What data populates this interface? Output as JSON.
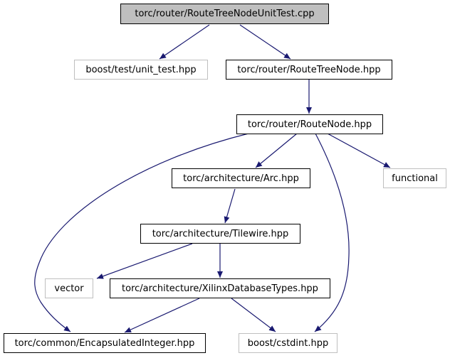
{
  "graph": {
    "nodes": {
      "root": "torc/router/RouteTreeNodeUnitTest.cpp",
      "unit_test": "boost/test/unit_test.hpp",
      "route_tree_node": "torc/router/RouteTreeNode.hpp",
      "route_node": "torc/router/RouteNode.hpp",
      "arc": "torc/architecture/Arc.hpp",
      "functional": "functional",
      "tilewire": "torc/architecture/Tilewire.hpp",
      "vector": "vector",
      "xilinx_types": "torc/architecture/XilinxDatabaseTypes.hpp",
      "encapsulated_integer": "torc/common/EncapsulatedInteger.hpp",
      "cstdint": "boost/cstdint.hpp"
    },
    "edges": [
      [
        "root",
        "unit_test"
      ],
      [
        "root",
        "route_tree_node"
      ],
      [
        "route_tree_node",
        "route_node"
      ],
      [
        "route_node",
        "arc"
      ],
      [
        "route_node",
        "functional"
      ],
      [
        "route_node",
        "encapsulated_integer"
      ],
      [
        "route_node",
        "cstdint"
      ],
      [
        "arc",
        "tilewire"
      ],
      [
        "tilewire",
        "vector"
      ],
      [
        "tilewire",
        "xilinx_types"
      ],
      [
        "xilinx_types",
        "encapsulated_integer"
      ],
      [
        "xilinx_types",
        "cstdint"
      ]
    ],
    "colors": {
      "edge": "#191970",
      "node_border": "#000000",
      "external_border": "#bfbfbf",
      "root_fill": "#bfbfbf"
    }
  }
}
